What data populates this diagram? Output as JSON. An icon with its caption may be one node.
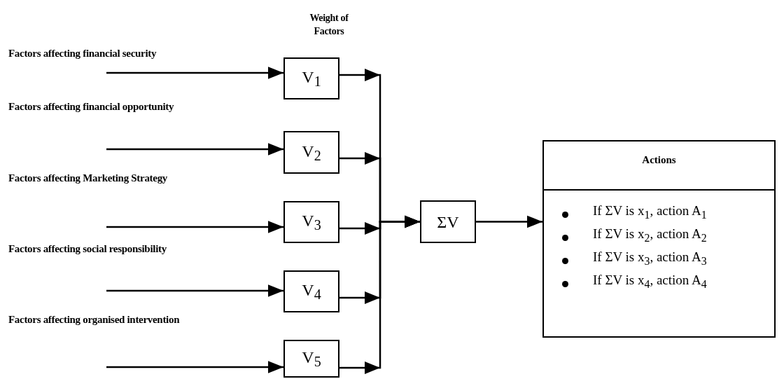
{
  "diagram": {
    "nodes": [
      {
        "text": [
          "V$_{1}$"
        ]
      },
      {
        "text": [
          "V$_{2}$"
        ]
      },
      {
        "text": [
          "V$_{3}$"
        ]
      },
      {
        "text": [
          "V$_{4}$"
        ]
      },
      {
        "text": [
          "V$_{5}$"
        ]
      },
      {
        "text": [
          "ΣV"
        ]
      },
      {
        "text": [
          "Actions",
          "If ΣV is x$_{1}$, action A$_{1}$",
          "If ΣV is x$_{2}$, action A$_{2}$",
          "If ΣV is x$_{3}$, action A$_{3}$",
          "If ΣV is x$_{4}$, action A$_{4}$"
        ]
      }
    ],
    "edges": [
      {
        "from": null,
        "to": 0,
        "arrow": "to"
      },
      {
        "from": null,
        "to": 1,
        "arrow": "to"
      },
      {
        "from": null,
        "to": 2,
        "arrow": "to"
      },
      {
        "from": null,
        "to": 3,
        "arrow": "to"
      },
      {
        "from": null,
        "to": 4,
        "arrow": "to"
      },
      {
        "from": 0,
        "to": 5,
        "arrow": "to"
      },
      {
        "from": 1,
        "to": 5,
        "arrow": "to"
      },
      {
        "from": 2,
        "to": 5,
        "arrow": "to"
      },
      {
        "from": 3,
        "to": 5,
        "arrow": "to"
      },
      {
        "from": 4,
        "to": 5,
        "arrow": "to"
      },
      {
        "from": 5,
        "to": 6,
        "arrow": "to"
      }
    ],
    "labels": [
      "Weight of Factors",
      "Factors affecting financial security",
      "Factors affecting financial opportunity",
      "Factors affecting Marketing Strategy",
      "Factors affecting social responsibility",
      "Factors affecting organised intervention"
    ]
  }
}
